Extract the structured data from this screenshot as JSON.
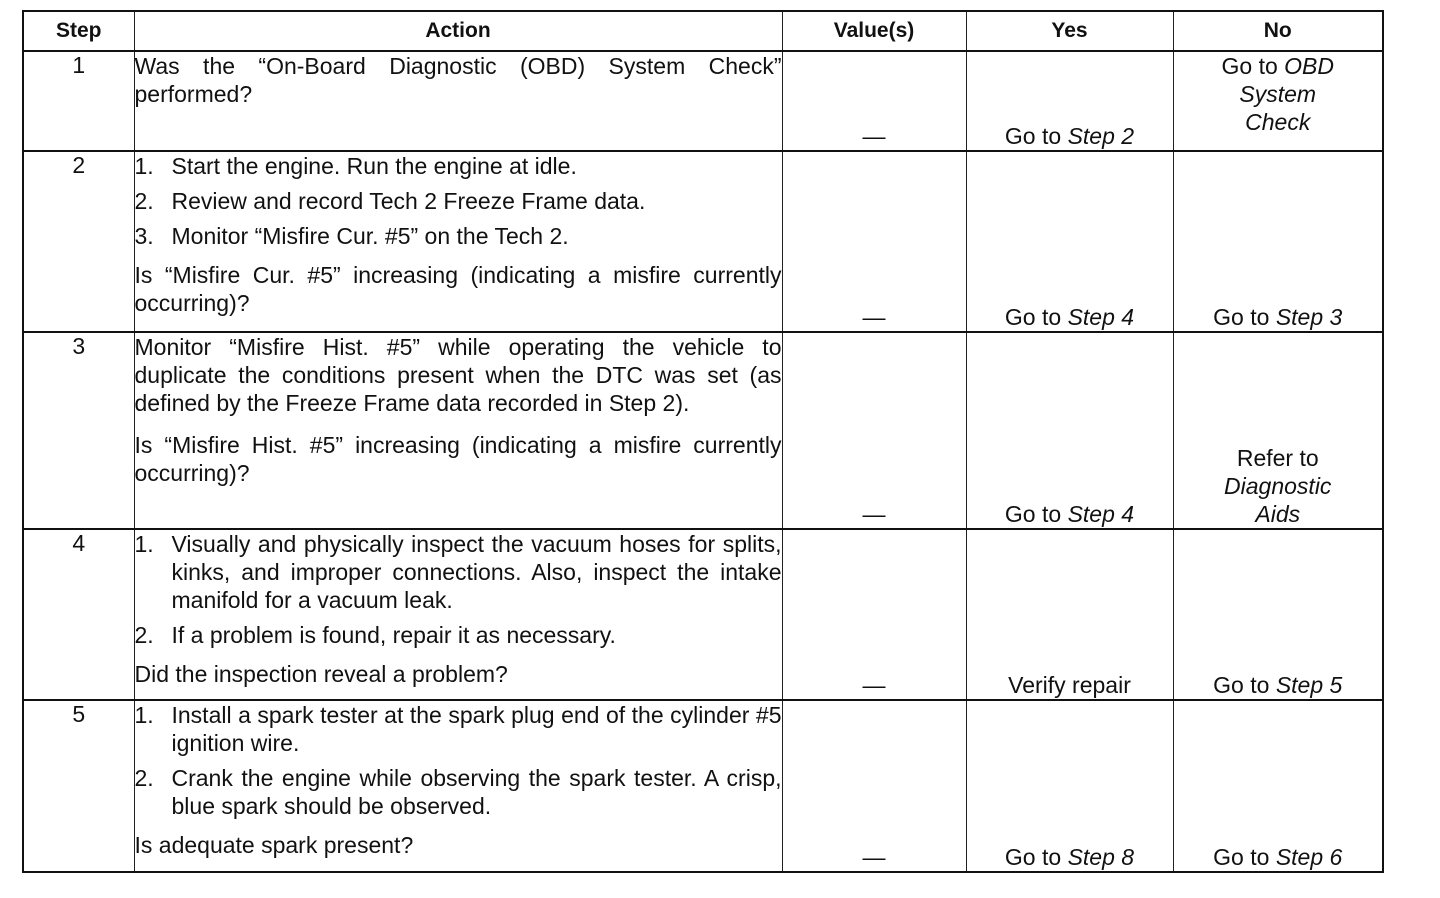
{
  "headers": {
    "step": "Step",
    "action": "Action",
    "values": "Value(s)",
    "yes": "Yes",
    "no": "No"
  },
  "rows": [
    {
      "step": "1",
      "question": "Was the “On-Board Diagnostic (OBD) System Check” performed?",
      "value": "—",
      "yes": {
        "prefix": "Go to ",
        "target": "Step 2"
      },
      "no": {
        "prefix": "Go to ",
        "line1": "OBD",
        "line2": "System",
        "line3": "Check"
      }
    },
    {
      "step": "2",
      "items": [
        {
          "num": "1.",
          "text": "Start the engine.  Run the engine at idle."
        },
        {
          "num": "2.",
          "text": "Review and record Tech 2 Freeze Frame data."
        },
        {
          "num": "3.",
          "text": "Monitor “Misfire Cur. #5” on the Tech 2."
        }
      ],
      "question": "Is “Misfire Cur. #5” increasing (indicating a misfire currently occurring)?",
      "value": "—",
      "yes": {
        "prefix": "Go to ",
        "target": "Step 4"
      },
      "no": {
        "prefix": "Go to ",
        "target": "Step 3"
      }
    },
    {
      "step": "3",
      "intro": "Monitor “Misfire Hist. #5” while operating the vehicle to duplicate the conditions present when the DTC was set (as defined by the Freeze Frame data recorded in Step 2).",
      "question": "Is “Misfire Hist. #5” increasing (indicating a misfire currently occurring)?",
      "value": "—",
      "yes": {
        "prefix": "Go to ",
        "target": "Step 4"
      },
      "no": {
        "prefix": "Refer to",
        "line1": "Diagnostic",
        "line2": "Aids"
      }
    },
    {
      "step": "4",
      "items": [
        {
          "num": "1.",
          "text": "Visually and physically inspect the vacuum hoses for splits, kinks, and improper connections.  Also, inspect the intake manifold for a vacuum leak."
        },
        {
          "num": "2.",
          "text": "If a problem is found, repair it as necessary."
        }
      ],
      "question": "Did the inspection reveal a problem?",
      "value": "—",
      "yes": {
        "text": "Verify repair"
      },
      "no": {
        "prefix": "Go to ",
        "target": "Step 5"
      }
    },
    {
      "step": "5",
      "items": [
        {
          "num": "1.",
          "text": "Install a spark tester at the spark plug end of the cylinder #5 ignition wire."
        },
        {
          "num": "2.",
          "text": "Crank the engine while observing the spark tester.  A crisp, blue spark should be observed."
        }
      ],
      "question": "Is adequate spark present?",
      "value": "—",
      "yes": {
        "prefix": "Go to ",
        "target": "Step 8"
      },
      "no": {
        "prefix": "Go to ",
        "target": "Step 6"
      }
    }
  ]
}
